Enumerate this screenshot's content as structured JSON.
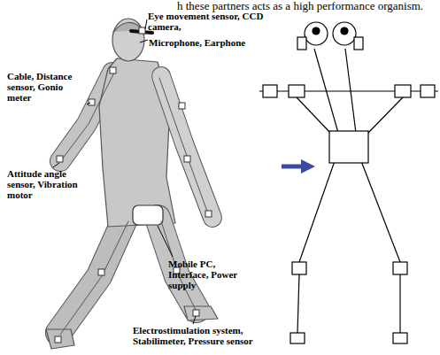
{
  "diagram": {
    "labels": [
      "h these partners acts as a high performance organism.",
      "Eye movement sensor, CCD camera,",
      "Microphone, Earphone",
      "Cable, Distance sensor, Gonio meter",
      "Attitude angle sensor, Vibration motor",
      "Mobile PC, Interface, Power supply",
      "Electrostimulation system, Stabilimeter, Pressure sensor"
    ]
  }
}
